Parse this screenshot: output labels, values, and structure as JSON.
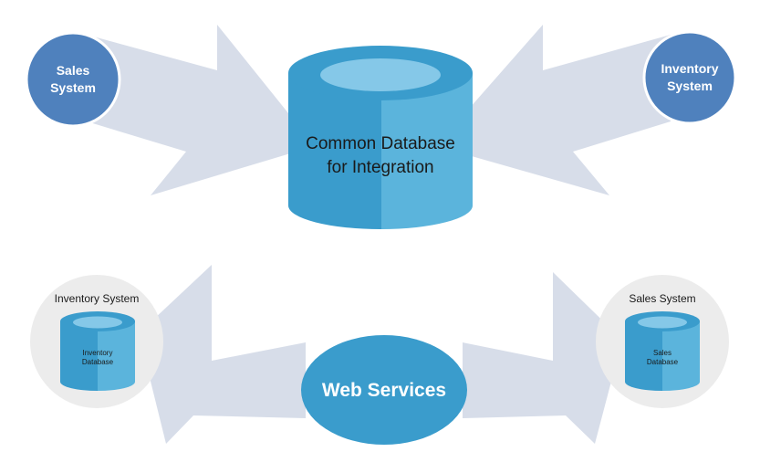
{
  "colors": {
    "arrow": "#d7dde9",
    "system_circle": "#4f81bd",
    "system_circle_edge": "#ffffff",
    "db_dark": "#3a9ccc",
    "db_light": "#5bb4dc",
    "db_top": "#85c8e8",
    "host_circle": "#ececec",
    "web_services": "#3a9ccc",
    "text_dark": "#1a1a1a",
    "text_light": "#ffffff"
  },
  "top": {
    "sales_system": {
      "line1": "Sales",
      "line2": "System"
    },
    "inventory_system": {
      "line1": "Inventory",
      "line2": "System"
    },
    "common_db": {
      "line1": "Common Database",
      "line2": "for Integration"
    }
  },
  "bottom": {
    "inventory_host": {
      "title": "Inventory System",
      "db_line1": "Inventory",
      "db_line2": "Database"
    },
    "sales_host": {
      "title": "Sales System",
      "db_line1": "Sales",
      "db_line2": "Database"
    },
    "web_services": {
      "label": "Web Services"
    }
  }
}
